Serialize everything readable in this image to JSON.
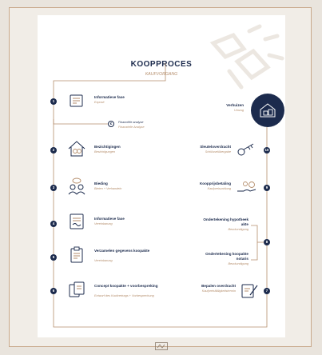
{
  "header": {
    "title": "KOOPPROCES",
    "subtitle": "KAUFVORGANG"
  },
  "left_steps": [
    {
      "number": "1",
      "label": "Informatieve fase",
      "sub": "Exposé",
      "icon": "document-icon"
    },
    {
      "number": "2",
      "label": "Bezichtigingen",
      "sub": "Besichtigungen",
      "icon": "house-inspection-icon"
    },
    {
      "number": "3",
      "label": "Bieding",
      "sub": "Bieten + Verhandeln",
      "icon": "people-speech-icon"
    },
    {
      "number": "4",
      "label": "Informatieve fase",
      "sub": "Vereinbarung",
      "icon": "signed-document-icon"
    },
    {
      "number": "5",
      "label": "Verzamelen gegevens koopakte",
      "sub": "Vereinbarung",
      "icon": "clipboard-icon"
    },
    {
      "number": "6",
      "label": "Concept koopakte + voorbespreking",
      "sub": "Entwurf des Kaufvertrags + Vorbesprechung",
      "icon": "documents-icon"
    }
  ],
  "finance": {
    "symbol": "€",
    "label": "Financiële analyse",
    "sub": "Finanzielle Analyse"
  },
  "right_steps": [
    {
      "number": "",
      "label": "Verhuizen",
      "sub": "Umzug",
      "icon": "moving-house-icon"
    },
    {
      "number": "10",
      "label": "Sleuteloverdracht",
      "sub": "Schlüsselübergabe",
      "icon": "key-icon"
    },
    {
      "number": "9",
      "label": "Koopprijsbetaling",
      "sub": "Kaufpreiszahlung",
      "icon": "money-hand-icon"
    },
    {
      "number": "",
      "label": "Ondertekening hypotheek akte",
      "sub": "Beurkundigung",
      "icon": ""
    },
    {
      "number": "",
      "label": "Ondertekening koopakte notaris",
      "sub": "Beurkundigung",
      "icon": ""
    },
    {
      "number": "7",
      "label": "Bepalen overdracht",
      "sub": "Kaufpreisfälligkeitstermin",
      "icon": "signing-icon"
    }
  ],
  "bracket_number": "8",
  "colors": {
    "navy": "#1c2b4d",
    "gold": "#b58e6c",
    "background": "#e9e4dd",
    "frame": "#f1ede7"
  }
}
